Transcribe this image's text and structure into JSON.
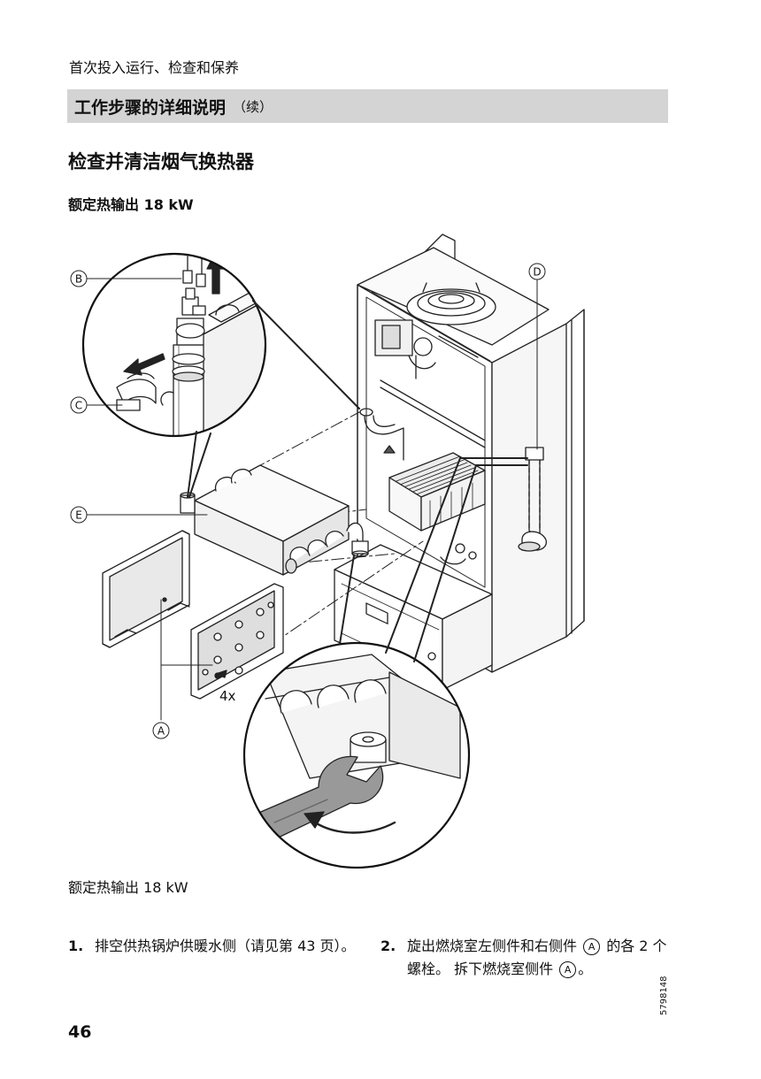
{
  "header": {
    "running_head": "首次投入运行、检查和保养"
  },
  "section": {
    "title": "工作步骤的详细说明",
    "continued": "（续）"
  },
  "heading": "检查并清洁烟气换热器",
  "subheading": "额定热输出 18 kW",
  "figure": {
    "callouts": [
      "B",
      "C",
      "D",
      "E",
      "A"
    ],
    "count_label": "4x"
  },
  "caption_bottom": "额定热输出 18 kW",
  "steps": [
    {
      "num": "1.",
      "text": "排空供热锅炉供暖水侧（请见第 43 页）。"
    },
    {
      "num": "2.",
      "text_before": "旋出燃烧室左侧件和右侧件",
      "ref1": "A",
      "text_mid": "的各 2 个螺栓。 拆下燃烧室侧件",
      "ref2": "A",
      "text_after": "。"
    }
  ],
  "doc_number": "5798148",
  "page_number": "46"
}
